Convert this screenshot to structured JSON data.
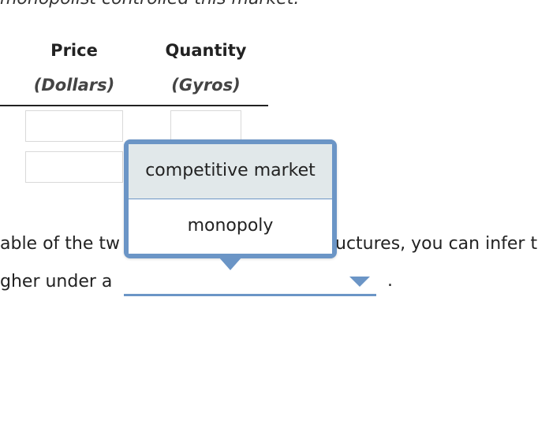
{
  "question": {
    "top_text_partial": "monopolist controlled this market.",
    "line1_left": "able of the tw",
    "line1_right": "uctures, you can infer t",
    "line2_left": "gher under a",
    "period": "."
  },
  "table": {
    "columns": [
      {
        "header": "Price",
        "unit": "(Dollars)"
      },
      {
        "header": "Quantity",
        "unit": "(Gyros)"
      }
    ],
    "rows": [
      {
        "price": "",
        "quantity": ""
      },
      {
        "price": "",
        "quantity": ""
      }
    ]
  },
  "dropdown": {
    "selected": "",
    "options": [
      "competitive market",
      "monopoly"
    ],
    "highlighted_option": "competitive market"
  },
  "colors": {
    "accent": "#6b95c6",
    "option_highlight": "#e1e8ea",
    "text": "#222222"
  }
}
